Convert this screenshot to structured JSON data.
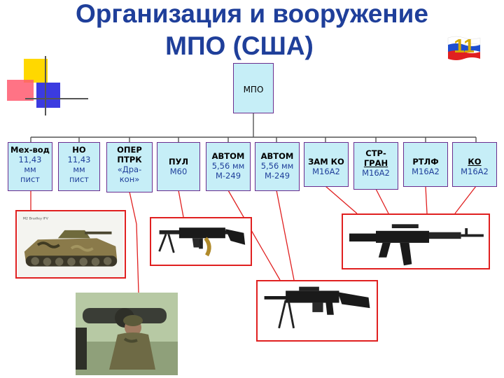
{
  "title": {
    "line1": "Организация и вооружение",
    "line2": "МПО (США)"
  },
  "slide_number": "11",
  "root": "МПО",
  "units": [
    {
      "id": "mech",
      "head": "Мех-вод",
      "lines": [
        "11,43",
        "мм",
        "пист"
      ]
    },
    {
      "id": "no",
      "head": "НО",
      "lines": [
        "11,43",
        "мм",
        "пист"
      ]
    },
    {
      "id": "oper",
      "head": "ОПЕР",
      "lines": [
        "ПТРК",
        "«Дра-",
        "кон»"
      ]
    },
    {
      "id": "pul",
      "head": "ПУЛ",
      "lines": [
        "М60"
      ]
    },
    {
      "id": "avtom1",
      "head": "АВТОМ",
      "lines": [
        "5,56 мм",
        "М-249"
      ]
    },
    {
      "id": "avtom2",
      "head": "АВТОМ",
      "lines": [
        "5,56 мм",
        "М-249"
      ]
    },
    {
      "id": "zamko",
      "head": "ЗАМ КО",
      "lines": [
        "М16А2"
      ]
    },
    {
      "id": "strgran",
      "head": "СТР-",
      "lines": [
        "ГРАН",
        "М16А2"
      ]
    },
    {
      "id": "rtlf",
      "head": "РТЛФ",
      "lines": [
        "М16А2"
      ]
    },
    {
      "id": "ko",
      "head": "КО",
      "lines": [
        "М16А2"
      ]
    }
  ],
  "colors": {
    "title": "#1f3f9a",
    "box_fill": "#c6eef7",
    "box_border": "#6a2d8f",
    "link_red": "#e02020",
    "text_blue": "#1f3f9a"
  },
  "images": [
    {
      "icon": "ifv-vehicle-photo"
    },
    {
      "icon": "m60-machine-gun-photo"
    },
    {
      "icon": "m16a2-rifle-photo"
    },
    {
      "icon": "dragon-atgm-soldier-photo"
    },
    {
      "icon": "m249-machine-gun-photo"
    }
  ]
}
